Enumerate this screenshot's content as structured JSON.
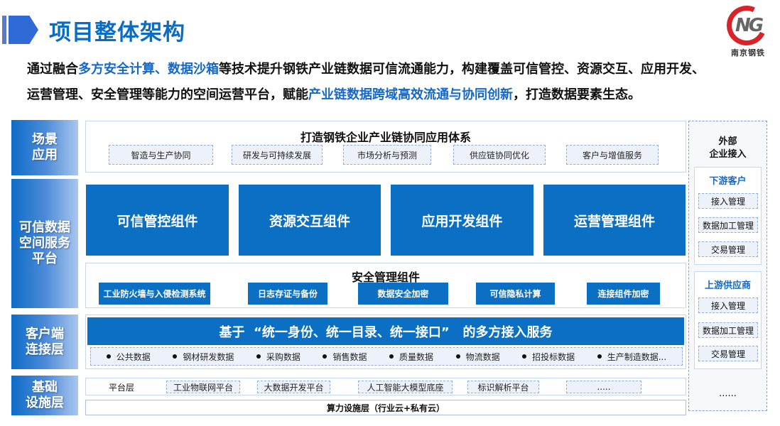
{
  "header": {
    "title": "项目整体架构",
    "logo": {
      "mark": "NG",
      "text": "南京钢铁",
      "ring_color": "#d8232a"
    }
  },
  "intro": {
    "line1": [
      {
        "text": "通过融合",
        "hl": false
      },
      {
        "text": "多方安全计算、数据沙箱",
        "hl": true
      },
      {
        "text": "等技术提升钢铁产业链数据可信流通能力，构建覆盖可信管控、资源交互、应用开发、",
        "hl": false
      }
    ],
    "line2": [
      {
        "text": "运营管理、安全管理等能力的空间运营平台，赋能",
        "hl": false
      },
      {
        "text": "产业链数据跨域高效流通与协同创新",
        "hl": true
      },
      {
        "text": "，打造数据要素生态。",
        "hl": false
      }
    ],
    "p1a": "通过融合",
    "p1b": "多方安全计算、数据沙箱",
    "p1c": "等技术提升钢铁产业链数据可信流通能力，构建覆盖可信管控、资源交互、应用开发、",
    "p2a": "运营管理、安全管理等能力的空间运营平台，赋能",
    "p2b": "产业链数据跨域高效流通与协同创新",
    "p2c": "，打造数据要素生态。"
  },
  "layers": {
    "scene": {
      "label": "场景\n应用",
      "label_l1": "场景",
      "label_l2": "应用",
      "title": "打造钢铁企业产业链协同应用体系",
      "items": [
        "智造与生产协同",
        "研发与可持续发展",
        "市场分析与预测",
        "供应链协同优化",
        "客户与增值服务"
      ]
    },
    "platform": {
      "label_l1": "可信数据",
      "label_l2": "空间服务",
      "label_l3": "平台",
      "components": [
        "可信管控组件",
        "资源交互组件",
        "应用开发组件",
        "运营管理组件"
      ],
      "security": {
        "title": "安全管理组件",
        "items": [
          "工业防火墙与入侵检测系统",
          "日志存证与备份",
          "数据安全加密",
          "可信隐私计算",
          "连接组件加密"
        ]
      }
    },
    "client": {
      "label_l1": "客户端",
      "label_l2": "连接层",
      "banner": "基于  “统一身份、统一目录、统一接口”   的多方接入服务",
      "data_items": [
        "公共数据",
        "钢材研发数据",
        "采购数据",
        "销售数据",
        "质量数据",
        "物流数据",
        "招投标数据",
        "生产制造数据..."
      ]
    },
    "infra": {
      "label_l1": "基础",
      "label_l2": "设施层",
      "platform_label": "平台层",
      "platforms": [
        "工业物联网平台",
        "大数据开发平台",
        "人工智能大模型底座",
        "标识解析平台",
        "....."
      ],
      "compute": "算力设施层（行业云+私有云）"
    }
  },
  "external": {
    "title_l1": "外部",
    "title_l2": "企业接入",
    "downstream": {
      "title": "下游客户",
      "items": [
        "接入管理",
        "数据加工管理",
        "交易管理"
      ]
    },
    "upstream": {
      "title": "上游供应商",
      "items": [
        "接入管理",
        "数据加工管理",
        "交易管理"
      ]
    },
    "more": "......"
  },
  "colors": {
    "title_blue": "#0b6cc4",
    "highlight_blue": "#1668c7",
    "block_blue": "#0b6fc3",
    "chip_bg": "#edf2fa",
    "chip_border": "#8fb0dc"
  }
}
